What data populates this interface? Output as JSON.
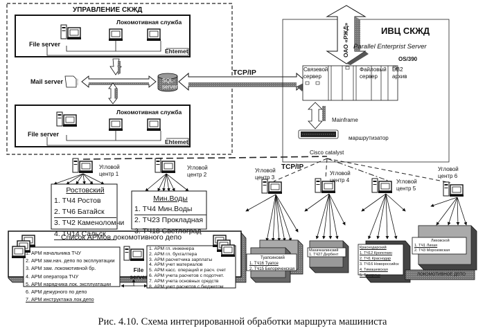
{
  "management": {
    "title": "УПРАВЛЕНИЕ СКЖД",
    "service_top": "Локомотивная служба",
    "service_bottom": "Локомотивная служба",
    "file_server_top": "File server",
    "file_server_bottom": "File server",
    "ethernet_top": "Ehtemet",
    "ethernet_bottom": "Ehtemet",
    "mail_server": "Mail server",
    "sql_server": "SQL-server"
  },
  "link_main": "TCP/IP",
  "link_centers": "TCP/IP",
  "ivc": {
    "title": "ИВЦ СКЖД",
    "subtitle": "Parallel Enterprist Server",
    "os": "OS/390",
    "rzd_arrow": "ОАО «РЖД»",
    "modules": [
      "Связевой сервер",
      "Файловый сервер",
      "DB2 архив"
    ],
    "mainframe": "Mainframe",
    "router": "маршрутизатор",
    "cisco": "Cisco catalyst"
  },
  "centers": [
    {
      "name": "Угловой центр 1"
    },
    {
      "name": "Угловой центр 2"
    },
    {
      "name": "Угловой центр 3"
    },
    {
      "name": "Угловой центр 4"
    },
    {
      "name": "Угловой центр 5"
    },
    {
      "name": "Угловой центр 6"
    }
  ],
  "depots": {
    "rostov": {
      "title": "Ростовский",
      "items": [
        "1. ТЧ4  Ростов",
        "2. ТЧ6  Батайск",
        "3. ТЧ2  Каменоломни",
        "4. ТЧ14  Сальск"
      ]
    },
    "minvody": {
      "title": "Мин.Воды",
      "items": [
        "1. ТЧ4  Мин.Воды",
        "2. ТЧ23  Прокладная",
        "3. ТЧ18  Светлоград"
      ]
    },
    "tuapse": {
      "title": "Туапсинский",
      "items": [
        "1. ТЧ16  Туапсе",
        "2. ТЧ15  Белореченская"
      ]
    },
    "makhach": {
      "title": "Махачкалинский",
      "items": [
        "1. ТЧ27  Дербент"
      ]
    },
    "krasnodar": {
      "title": "Краснодарский",
      "items": [
        "1. ТЧ12  Кропоткин",
        "2. ТЧ1  Краснодар",
        "3. ТЧ16  Новороссийск",
        "4. Тимашевская",
        "5. Тихорецк"
      ]
    },
    "likhaya": {
      "title": "Лиховской",
      "items": [
        "1. ТЧ1  Лихая",
        "2. ТЧ3  Морозовская"
      ]
    },
    "depot_label": "ЛОКОМОТИВНОЕ ДЕПО"
  },
  "arm": {
    "title": "Список АРМов локомотивного депо",
    "file_server": "File server",
    "left": [
      "1. АРМ  начальника  ТЧУ",
      "2. АРМ  зам.нач. депо по эксплуатации",
      "3. АРМ  зам. локомотивной бр.",
      "4. АРМ  оператора  ТЧУ",
      "5. АРМ  нарядчика  лок. эксплуатации",
      "6. АРМ  дежурного по депо",
      "7. АРМ  инструктажа  лок.депо"
    ],
    "right": [
      "1. АРМ  гл. инженера",
      "2. АРМ  гл. бухгалтера",
      "3. АРМ  расчетчика зарплаты",
      "4. АРМ  учет материалов",
      "5. АРМ  касс. операций и расч. счет",
      "6. АРМ  учета расчетов с подотчет.",
      "7. АРМ  учета основных средств",
      "8. АРМ  учет расчетов с бюджетом"
    ]
  },
  "caption": "Рис.   4.10. Схема интегрированной обработки маршрута машиниста"
}
